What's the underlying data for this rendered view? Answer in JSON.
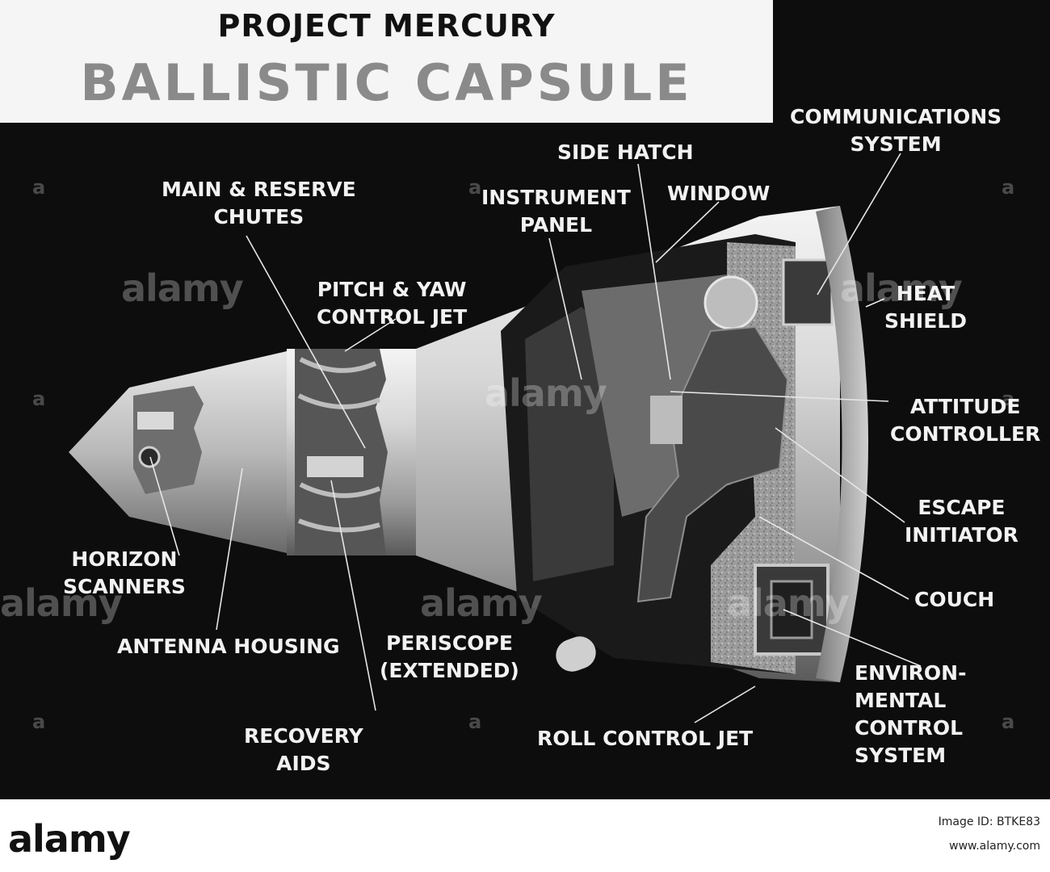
{
  "title": {
    "line1": "PROJECT MERCURY",
    "line2": "BALLISTIC CAPSULE"
  },
  "labels": {
    "main_reserve_chutes": [
      "MAIN & RESERVE",
      "CHUTES"
    ],
    "instrument_panel": [
      "INSTRUMENT",
      "PANEL"
    ],
    "side_hatch": [
      "SIDE HATCH"
    ],
    "window": [
      "WINDOW"
    ],
    "communications_system": [
      "COMMUNICATIONS",
      "SYSTEM"
    ],
    "pitch_yaw_jet": [
      "PITCH & YAW",
      "CONTROL JET"
    ],
    "heat_shield": [
      "HEAT",
      "SHIELD"
    ],
    "attitude_controller": [
      "ATTITUDE",
      "CONTROLLER"
    ],
    "escape_initiator": [
      "ESCAPE",
      "INITIATOR"
    ],
    "horizon_scanners": [
      "HORIZON",
      "SCANNERS"
    ],
    "couch": [
      "COUCH"
    ],
    "antenna_housing": [
      "ANTENNA HOUSING"
    ],
    "periscope": [
      "PERISCOPE",
      "(EXTENDED)"
    ],
    "environmental_control": [
      "ENVIRON-",
      "MENTAL",
      "CONTROL",
      "SYSTEM"
    ],
    "recovery_aids": [
      "RECOVERY",
      "AIDS"
    ],
    "roll_control_jet": [
      "ROLL CONTROL JET"
    ]
  },
  "watermark": {
    "brand": "alamy",
    "mark": "a"
  },
  "footer": {
    "logo": "alamy",
    "image_id_line1": "Image ID: BTKE83",
    "url": "www.alamy.com"
  },
  "colors": {
    "background": "#0d0d0d",
    "label_text": "#f2f2f2",
    "title_bg": "#f5f5f5",
    "title_primary": "#111111",
    "title_secondary": "#8a8a8a"
  }
}
